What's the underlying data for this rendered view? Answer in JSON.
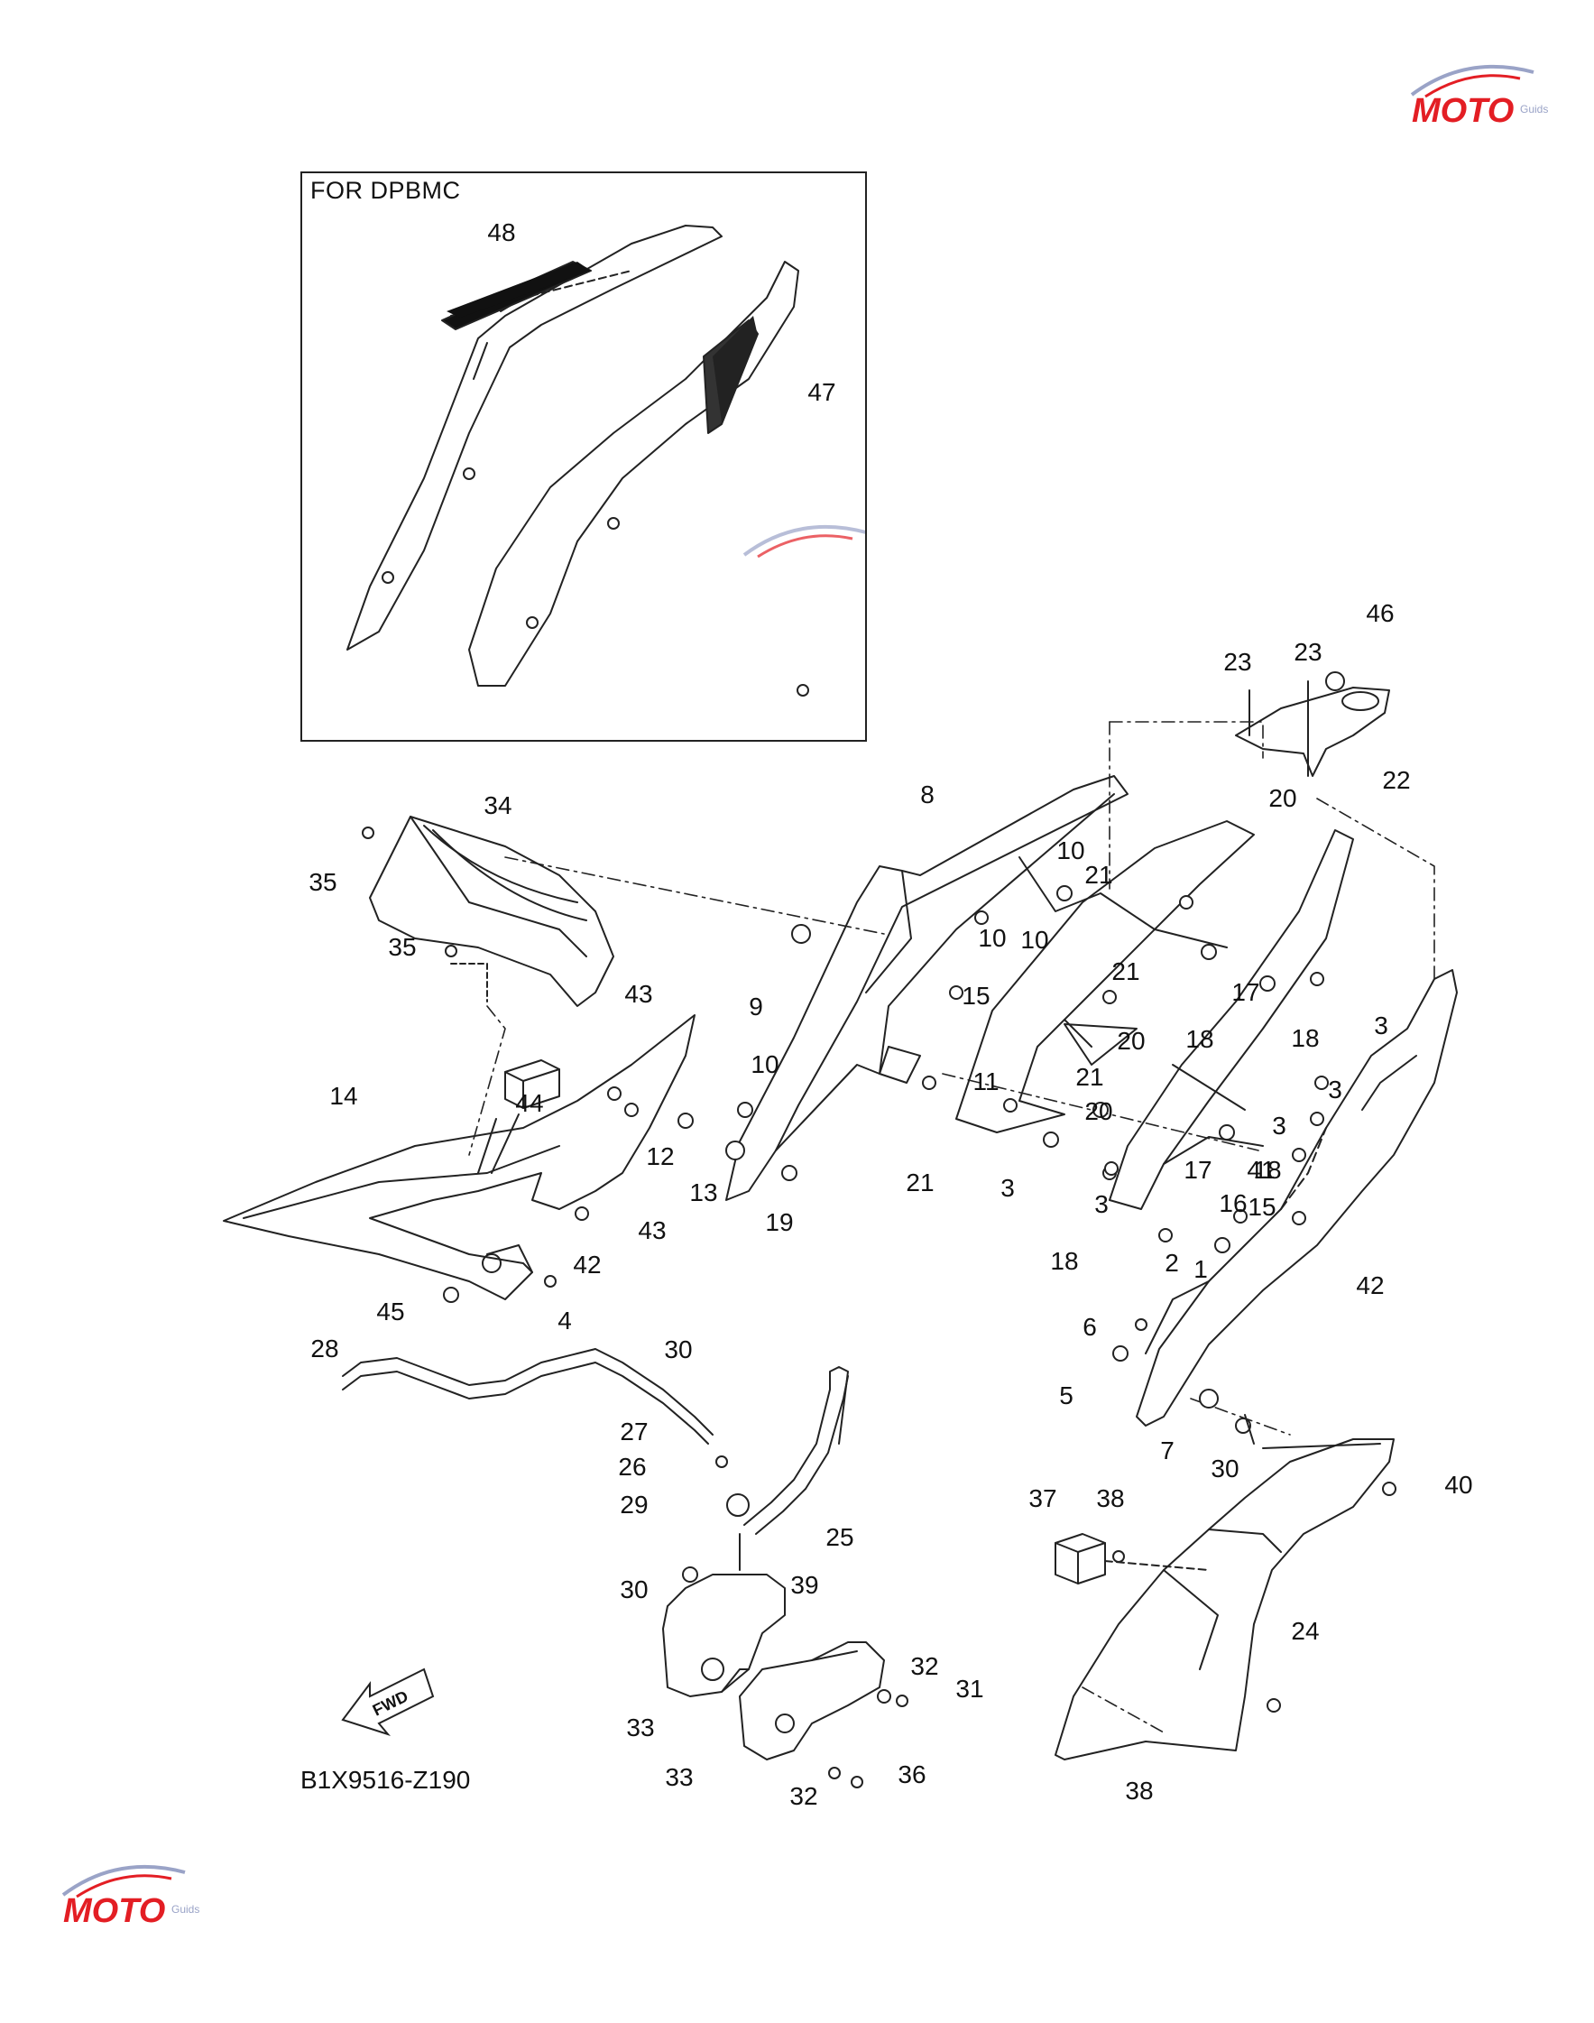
{
  "inset": {
    "title": "FOR DPBMC"
  },
  "drawing_code": "B1X9516-Z190",
  "fwd_arrow": {
    "label": "FWD",
    "icon": "fwd-arrow-icon"
  },
  "watermark": {
    "text": "MOTO",
    "subtext": "Guids",
    "accent": "#e31e24",
    "secondary": "#9aa3c7"
  },
  "callouts": [
    "48",
    "47",
    "46",
    "23",
    "23",
    "22",
    "34",
    "35",
    "35",
    "8",
    "10",
    "21",
    "20",
    "10",
    "10",
    "21",
    "17",
    "3",
    "43",
    "9",
    "15",
    "20",
    "18",
    "18",
    "44",
    "11",
    "10",
    "3",
    "21",
    "20",
    "3",
    "41",
    "14",
    "12",
    "13",
    "19",
    "21",
    "3",
    "15",
    "18",
    "17",
    "3",
    "16",
    "18",
    "2",
    "1",
    "42",
    "42",
    "43",
    "45",
    "4",
    "6",
    "5",
    "7",
    "30",
    "28",
    "30",
    "27",
    "26",
    "29",
    "25",
    "30",
    "39",
    "37",
    "38",
    "40",
    "24",
    "33",
    "32",
    "31",
    "33",
    "32",
    "36",
    "38"
  ]
}
